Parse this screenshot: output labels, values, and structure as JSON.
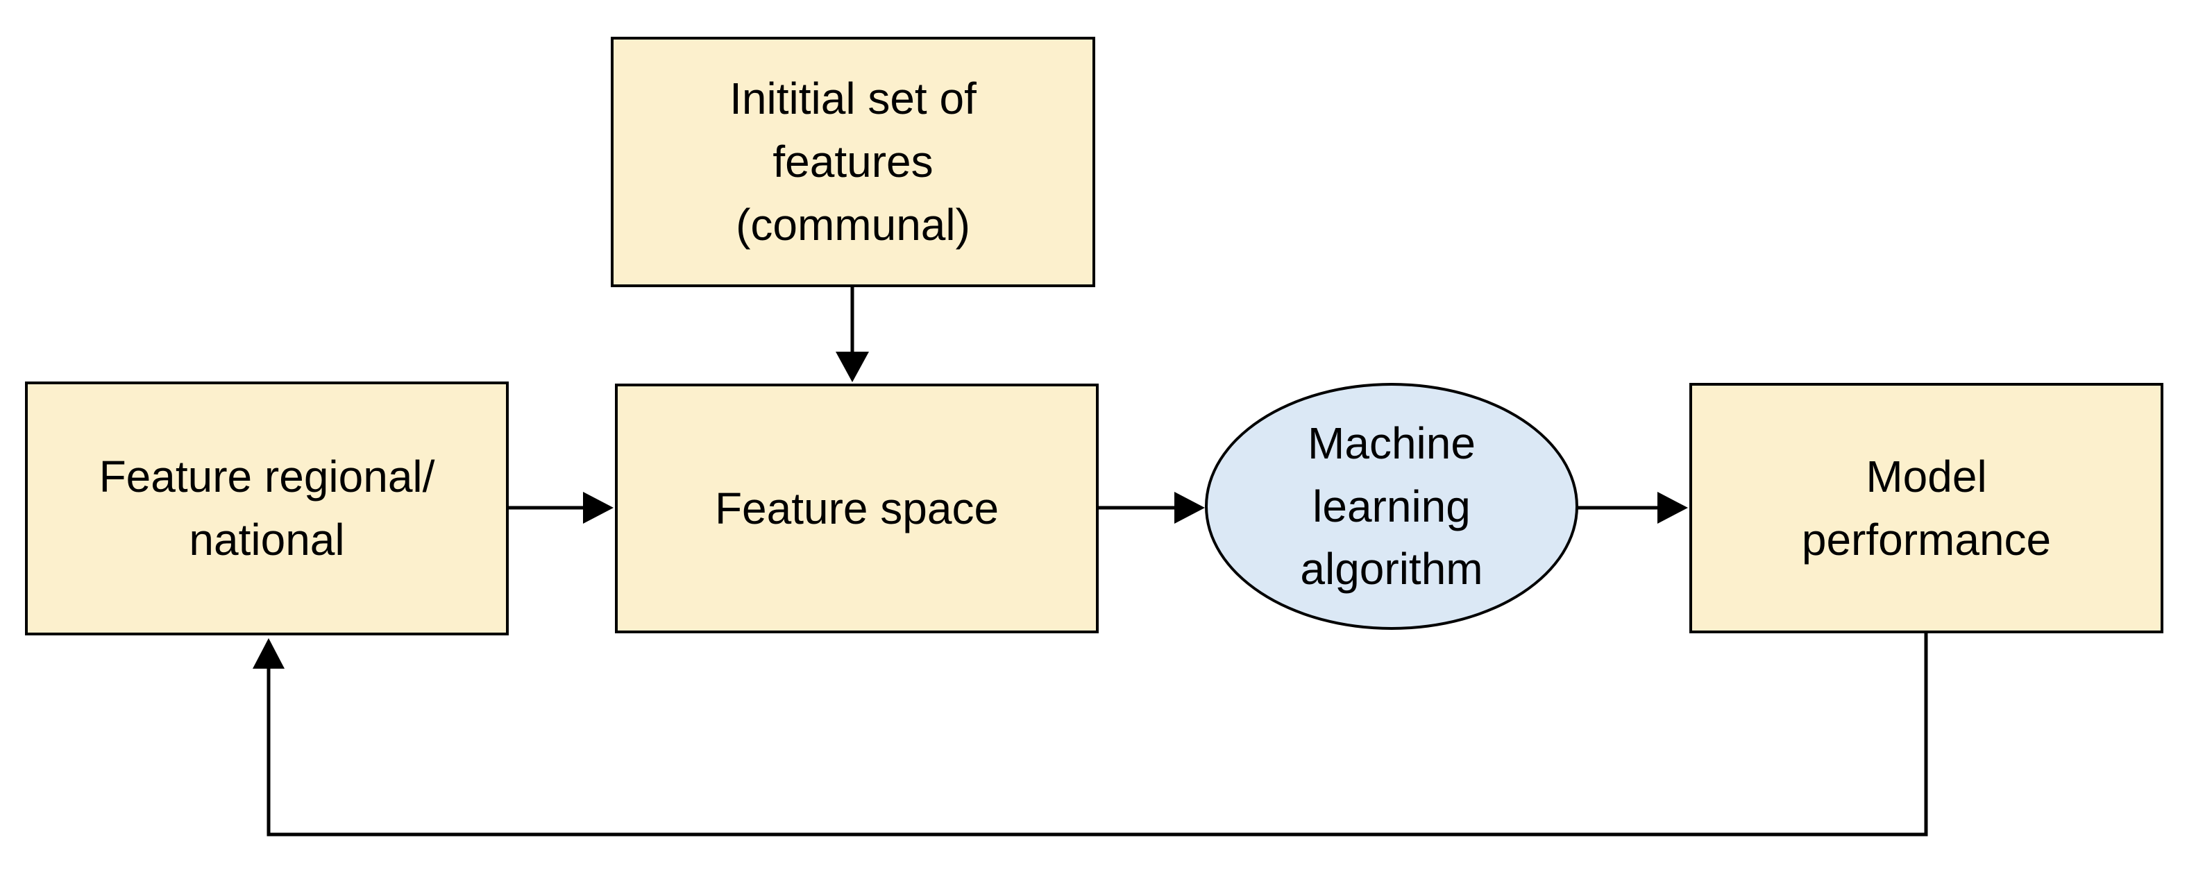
{
  "diagram": {
    "nodes": {
      "initial_set": {
        "label": "Inititial set of\nfeatures\n(communal)",
        "shape": "rectangle"
      },
      "feature_regional": {
        "label": "Feature regional/\nnational",
        "shape": "rectangle"
      },
      "feature_space": {
        "label": "Feature space",
        "shape": "rectangle"
      },
      "ml_algorithm": {
        "label": "Machine\nlearning\nalgorithm",
        "shape": "ellipse"
      },
      "model_performance": {
        "label": "Model\nperformance",
        "shape": "rectangle"
      }
    },
    "edges": [
      {
        "from": "initial_set",
        "to": "feature_space"
      },
      {
        "from": "feature_regional",
        "to": "feature_space"
      },
      {
        "from": "feature_space",
        "to": "ml_algorithm"
      },
      {
        "from": "ml_algorithm",
        "to": "model_performance"
      },
      {
        "from": "model_performance",
        "to": "feature_regional"
      }
    ]
  },
  "colors": {
    "background": "#ffffff",
    "box_fill": "#fcf0cd",
    "box_border": "#000000",
    "ellipse_fill": "#dbe8f5",
    "ellipse_border": "#000000",
    "arrow": "#000000",
    "text": "#000000"
  }
}
